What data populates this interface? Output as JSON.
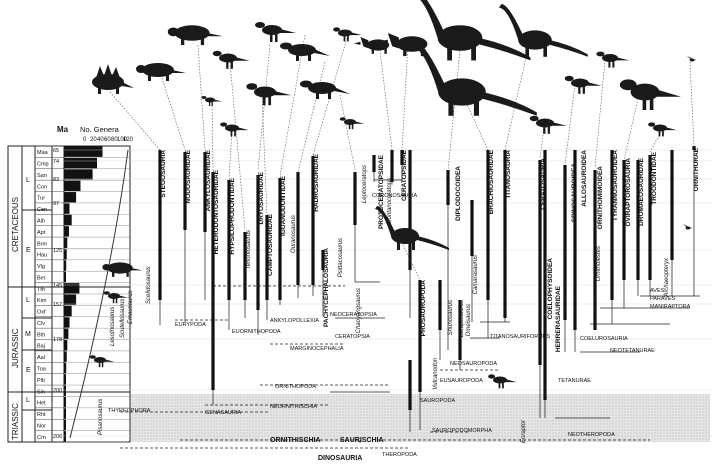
{
  "axis": {
    "ma_label": "Ma",
    "genera_label": "No. Genera",
    "genera_ticks": [
      "0",
      "20",
      "40",
      "60",
      "80",
      "100",
      "120"
    ],
    "ma_ticks": [
      "65",
      "74",
      "83",
      "97",
      "125",
      "145",
      "157",
      "178",
      "200",
      "206"
    ]
  },
  "periods": [
    "CRETACEOUS",
    "JURASSIC",
    "TRIASSIC"
  ],
  "epochs": [
    "L",
    "E",
    "L",
    "M",
    "E",
    "L"
  ],
  "stages": [
    "Maa",
    "Cmp",
    "San",
    "Con",
    "Tur",
    "Cen",
    "Alb",
    "Apt",
    "Brm",
    "Hau",
    "Vlg",
    "Ber",
    "Tth",
    "Kim",
    "Oxf",
    "Clv",
    "Bth",
    "Baj",
    "Aal",
    "Toa",
    "Plb",
    "Sin",
    "Het",
    "Rht",
    "Nor",
    "Crn"
  ],
  "genera_profile": [
    70,
    60,
    52,
    30,
    22,
    10,
    14,
    9,
    6,
    5,
    4,
    3,
    28,
    22,
    14,
    10,
    8,
    6,
    5,
    4,
    3,
    3,
    2,
    2,
    2,
    1
  ],
  "clades_upper": [
    "STEGOSAURIA",
    "NODOSAURIDAE",
    "ANKYLOSAURIDAE",
    "HETERODONTOSAURIDAE",
    "HYPSILOPHODONTIDAE",
    "Tenontosaurus",
    "DRYOSAURIDAE",
    "CAMPTOSAURIDAE",
    "IGUANODONTIDAE",
    "Ouranosaurus",
    "HADROSAURIDAE",
    "PACHYCEPHALOSAURIA",
    "Psittacosaurus",
    "Chaoyangsaurus",
    "Leptoceratops",
    "PROTOCERATOPSIDAE",
    "Montanoceratops",
    "CERATOPSIDAE",
    "DIPLODOCOIDEA",
    "Camarasaurus",
    "BRACHIOSAURIDAE",
    "TITANOSAURIA",
    "CERATOSAURIA",
    "SPINOSAUROIDEA",
    "ALLOSAUROIDEA",
    "ORNITHOMIMOIDEA",
    "TYRANNOSAUROIDEA",
    "OVIRAPTOROSAURIA",
    "DROMAEOSAURIDAE",
    "TROODONTIDAE",
    "ORNITHURAE",
    "Archaeopteryx",
    "Ornitholestes",
    "PROSAUROPODA",
    "Vulcanodon",
    "Shunosaurus",
    "Barapasaurus",
    "Omeisaurus",
    "COELOPHYSOIDEA",
    "HERRERASAURIDAE",
    "Eoraptor"
  ],
  "clades_lower": [
    "Pisanosaurus",
    "Lesothosaurus",
    "Scutellosaurus",
    "Emausaurus",
    "Scelidosaurus",
    "EURYPODA",
    "THYREOPHORA",
    "GENASAURIA",
    "ORNITHOPODA",
    "NEORNITHISCHIA",
    "EUORNITHOPODA",
    "ANKYLOPOLLEXIA",
    "MARGINOCEPHALIA",
    "NEOCERATOPSIA",
    "CERATOPSIA",
    "CORONOSAURIA",
    "SAUROPODA",
    "EUSAUROPODA",
    "NEOSAUROPODA",
    "TITANOSAURIFORMES",
    "SAUROPODOMORPHA",
    "THEROPODA",
    "COELUROSAURIA",
    "NEOTETANURAE",
    "TETANURAE",
    "NEOTHEROPODA",
    "AVES",
    "PARAVES",
    "MANIRAPTORA",
    "ORNITHISCHIA",
    "SAURISCHIA",
    "DINOSAURIA"
  ]
}
